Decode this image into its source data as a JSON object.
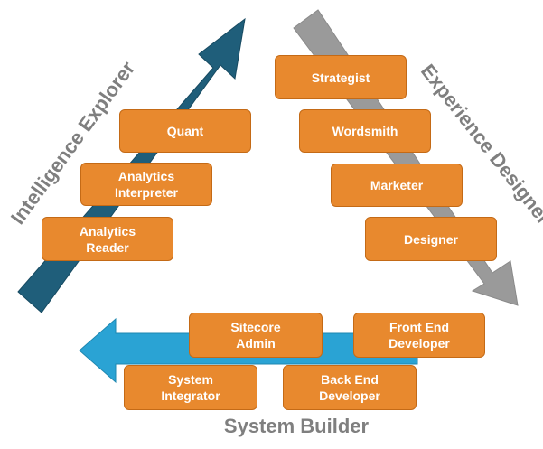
{
  "colors": {
    "orange_box": "#e8892e",
    "arrow_dark_teal": "#1f5e7a",
    "arrow_grey": "#9a9a9a",
    "arrow_light_blue": "#2aa3d4",
    "label_grey": "#7f7f7f"
  },
  "paths": {
    "intelligence_explorer": {
      "label": "Intelligence Explorer",
      "roles": [
        "Quant",
        "Analytics\nInterpreter",
        "Analytics\nReader"
      ]
    },
    "experience_designer": {
      "label": "Experience Designer",
      "roles": [
        "Strategist",
        "Wordsmith",
        "Marketer",
        "Designer"
      ]
    },
    "system_builder": {
      "label": "System Builder",
      "roles": [
        "Sitecore\nAdmin",
        "Front End\nDeveloper",
        "System\nIntegrator",
        "Back End\nDeveloper"
      ]
    }
  }
}
